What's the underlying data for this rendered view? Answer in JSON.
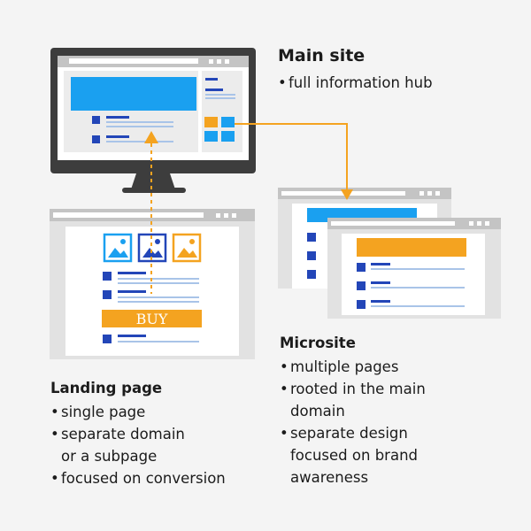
{
  "main_site": {
    "title": "Main site",
    "bullets": [
      "full information hub"
    ]
  },
  "landing_page": {
    "title": "Landing page",
    "bullets": [
      "single page",
      "separate domain\nor a subpage",
      "focused on conversion"
    ],
    "buy_label": "BUY"
  },
  "microsite": {
    "title": "Microsite",
    "bullets": [
      "multiple pages",
      "rooted in the main\ndomain",
      "separate design\nfocused on brand\nawareness"
    ]
  },
  "colors": {
    "blue": "#1aa0f0",
    "navy": "#2346b8",
    "orange": "#f4a320",
    "monitor": "#3d3d3d",
    "chrome": "#bdbdbd",
    "panel": "#e6e6e6",
    "line": "#a9c4e8"
  },
  "icons": [
    "image-icon",
    "browser-controls-icon",
    "arrow-icon"
  ]
}
